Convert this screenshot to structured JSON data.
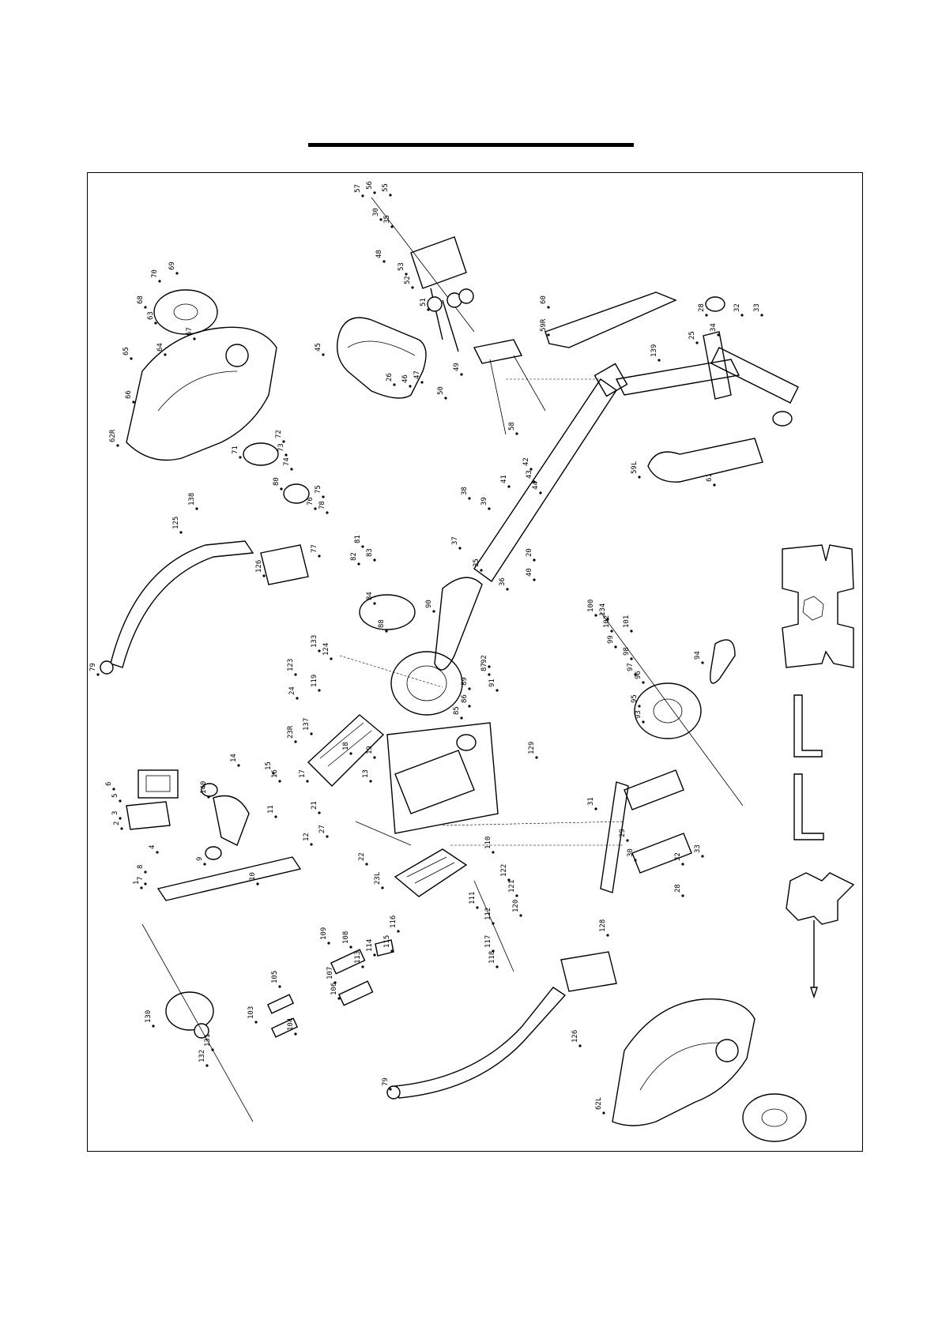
{
  "labels": [
    {
      "id": "p57a",
      "text": "57"
    },
    {
      "id": "p56a",
      "text": "56"
    },
    {
      "id": "p55a",
      "text": "55"
    },
    {
      "id": "p30a",
      "text": "30"
    },
    {
      "id": "p35a",
      "text": "35"
    },
    {
      "id": "p48a",
      "text": "48"
    },
    {
      "id": "p53a",
      "text": "53"
    },
    {
      "id": "p52a",
      "text": "52"
    },
    {
      "id": "p51a",
      "text": "51"
    },
    {
      "id": "p49a",
      "text": "49"
    },
    {
      "id": "p50a",
      "text": "50"
    },
    {
      "id": "p58a",
      "text": "58"
    },
    {
      "id": "p45",
      "text": "45"
    },
    {
      "id": "p26a",
      "text": "26"
    },
    {
      "id": "p46a",
      "text": "46"
    },
    {
      "id": "p47a",
      "text": "47"
    },
    {
      "id": "p59r",
      "text": "59R"
    },
    {
      "id": "p59l",
      "text": "59L"
    },
    {
      "id": "p61a",
      "text": "61"
    },
    {
      "id": "p60a",
      "text": "60"
    },
    {
      "id": "p28a",
      "text": "28"
    },
    {
      "id": "p32a",
      "text": "32"
    },
    {
      "id": "p33a",
      "text": "33"
    },
    {
      "id": "p34a",
      "text": "34"
    },
    {
      "id": "p25a",
      "text": "25"
    },
    {
      "id": "p139",
      "text": "139"
    },
    {
      "id": "p44",
      "text": "44"
    },
    {
      "id": "p43",
      "text": "43"
    },
    {
      "id": "p42",
      "text": "42"
    },
    {
      "id": "p41",
      "text": "41"
    },
    {
      "id": "p40",
      "text": "40"
    },
    {
      "id": "p39",
      "text": "39"
    },
    {
      "id": "p38",
      "text": "38"
    },
    {
      "id": "p37",
      "text": "37"
    },
    {
      "id": "p36",
      "text": "36"
    },
    {
      "id": "p35b",
      "text": "35"
    },
    {
      "id": "p20",
      "text": "20"
    },
    {
      "id": "p90",
      "text": "90"
    },
    {
      "id": "p88",
      "text": "88"
    },
    {
      "id": "p94",
      "text": "94"
    },
    {
      "id": "p89",
      "text": "89"
    },
    {
      "id": "p86",
      "text": "86"
    },
    {
      "id": "p85",
      "text": "85"
    },
    {
      "id": "p87",
      "text": "87"
    },
    {
      "id": "p92",
      "text": "92"
    },
    {
      "id": "p91",
      "text": "91"
    },
    {
      "id": "p93",
      "text": "93"
    },
    {
      "id": "p95",
      "text": "95"
    },
    {
      "id": "p96",
      "text": "96"
    },
    {
      "id": "p97",
      "text": "97"
    },
    {
      "id": "p98",
      "text": "98"
    },
    {
      "id": "p99",
      "text": "99"
    },
    {
      "id": "p100",
      "text": "100"
    },
    {
      "id": "p101",
      "text": "101"
    },
    {
      "id": "p102",
      "text": "102"
    },
    {
      "id": "p134",
      "text": "134"
    },
    {
      "id": "p70a",
      "text": "70"
    },
    {
      "id": "p69a",
      "text": "69"
    },
    {
      "id": "p68a",
      "text": "68"
    },
    {
      "id": "p63a",
      "text": "63"
    },
    {
      "id": "p67a",
      "text": "67"
    },
    {
      "id": "p64a",
      "text": "64"
    },
    {
      "id": "p65a",
      "text": "65"
    },
    {
      "id": "p66a",
      "text": "66"
    },
    {
      "id": "p62r",
      "text": "62R"
    },
    {
      "id": "p71a",
      "text": "71"
    },
    {
      "id": "p72a",
      "text": "72"
    },
    {
      "id": "p73a",
      "text": "73"
    },
    {
      "id": "p74a",
      "text": "74"
    },
    {
      "id": "p75a",
      "text": "75"
    },
    {
      "id": "p76a",
      "text": "76"
    },
    {
      "id": "p77a",
      "text": "77"
    },
    {
      "id": "p78a",
      "text": "78"
    },
    {
      "id": "p79a",
      "text": "79"
    },
    {
      "id": "p80a",
      "text": "80"
    },
    {
      "id": "p81a",
      "text": "81"
    },
    {
      "id": "p82a",
      "text": "82"
    },
    {
      "id": "p83a",
      "text": "83"
    },
    {
      "id": "p84a",
      "text": "84"
    },
    {
      "id": "p138a",
      "text": "138"
    },
    {
      "id": "p125",
      "text": "125"
    },
    {
      "id": "p126a",
      "text": "126"
    },
    {
      "id": "p123",
      "text": "123"
    },
    {
      "id": "p133",
      "text": "133"
    },
    {
      "id": "p124",
      "text": "124"
    },
    {
      "id": "p119",
      "text": "119"
    },
    {
      "id": "p24",
      "text": "24"
    },
    {
      "id": "p23r",
      "text": "23R"
    },
    {
      "id": "p137",
      "text": "137"
    },
    {
      "id": "p14",
      "text": "14"
    },
    {
      "id": "p15",
      "text": "15"
    },
    {
      "id": "p16",
      "text": "16"
    },
    {
      "id": "p17",
      "text": "17"
    },
    {
      "id": "p18",
      "text": "18"
    },
    {
      "id": "p19",
      "text": "19"
    },
    {
      "id": "p13",
      "text": "13"
    },
    {
      "id": "p129",
      "text": "129"
    },
    {
      "id": "p6",
      "text": "6"
    },
    {
      "id": "p5",
      "text": "5"
    },
    {
      "id": "p3",
      "text": "3"
    },
    {
      "id": "p2",
      "text": "2"
    },
    {
      "id": "p4",
      "text": "4"
    },
    {
      "id": "p140",
      "text": "140"
    },
    {
      "id": "p11",
      "text": "11"
    },
    {
      "id": "p12",
      "text": "12"
    },
    {
      "id": "p10",
      "text": "10"
    },
    {
      "id": "p9",
      "text": "9"
    },
    {
      "id": "p8",
      "text": "8"
    },
    {
      "id": "p7",
      "text": "7"
    },
    {
      "id": "p1",
      "text": "1"
    },
    {
      "id": "p21",
      "text": "21"
    },
    {
      "id": "p22",
      "text": "22"
    },
    {
      "id": "p27",
      "text": "27"
    },
    {
      "id": "p23l",
      "text": "23L"
    },
    {
      "id": "p110",
      "text": "110"
    },
    {
      "id": "p111",
      "text": "111"
    },
    {
      "id": "p112",
      "text": "112"
    },
    {
      "id": "p120",
      "text": "120"
    },
    {
      "id": "p121",
      "text": "121"
    },
    {
      "id": "p122",
      "text": "122"
    },
    {
      "id": "p116",
      "text": "116"
    },
    {
      "id": "p117",
      "text": "117"
    },
    {
      "id": "p118",
      "text": "118"
    },
    {
      "id": "p115",
      "text": "115"
    },
    {
      "id": "p114",
      "text": "114"
    },
    {
      "id": "p113",
      "text": "113"
    },
    {
      "id": "p109",
      "text": "109"
    },
    {
      "id": "p108",
      "text": "108"
    },
    {
      "id": "p107",
      "text": "107"
    },
    {
      "id": "p106",
      "text": "106"
    },
    {
      "id": "p105",
      "text": "105"
    },
    {
      "id": "p104",
      "text": "104"
    },
    {
      "id": "p103",
      "text": "103"
    },
    {
      "id": "p130",
      "text": "130"
    },
    {
      "id": "p131",
      "text": "131"
    },
    {
      "id": "p132",
      "text": "132"
    },
    {
      "id": "p62l",
      "text": "62L"
    },
    {
      "id": "p126b",
      "text": "126"
    },
    {
      "id": "p128",
      "text": "128"
    },
    {
      "id": "p31",
      "text": "31"
    },
    {
      "id": "p29",
      "text": "29"
    },
    {
      "id": "p30b",
      "text": "30"
    },
    {
      "id": "p32b",
      "text": "32"
    },
    {
      "id": "p33b",
      "text": "33"
    },
    {
      "id": "p28b",
      "text": "28"
    },
    {
      "id": "p79b",
      "text": "79"
    }
  ],
  "colors": {
    "ink": "#000000",
    "paper": "#ffffff"
  }
}
